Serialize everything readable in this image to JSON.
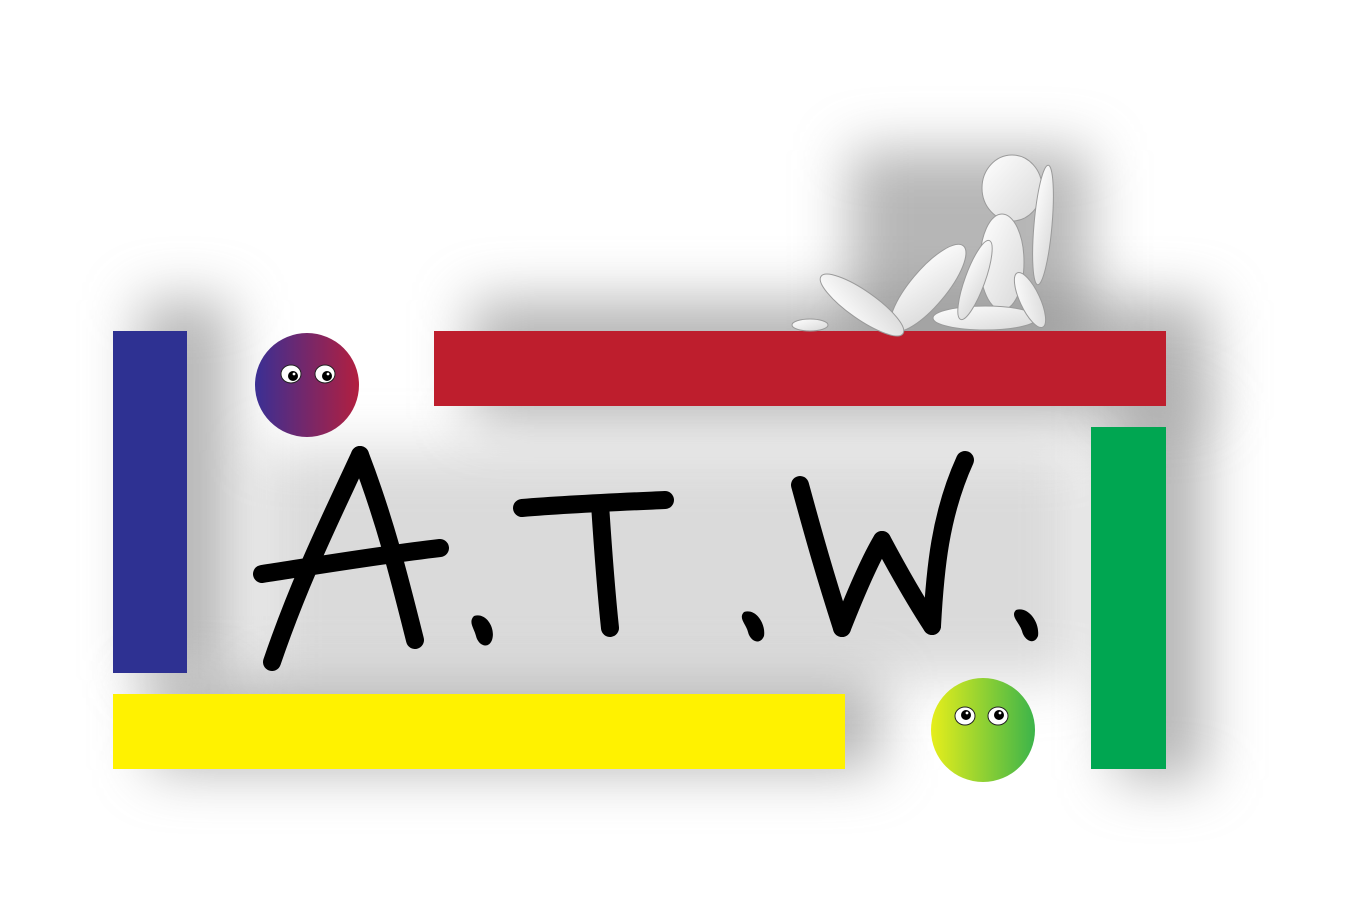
{
  "logo": {
    "text": "A.T.W.",
    "colors": {
      "blue_bar": "#2e3192",
      "red_bar": "#be1e2d",
      "green_bar": "#00a651",
      "yellow_bar": "#fff200",
      "purple_ball_start": "#3a2f94",
      "purple_ball_end": "#b21f3f",
      "green_ball_start": "#e6ee1b",
      "green_ball_end": "#3cb44a",
      "lettering": "#000000",
      "shadow": "#8a8a8a"
    },
    "decorations": {
      "figure": "seated-mannequin-figure",
      "ball_top": "googly-eyed-ball",
      "ball_bottom": "googly-eyed-ball"
    }
  }
}
